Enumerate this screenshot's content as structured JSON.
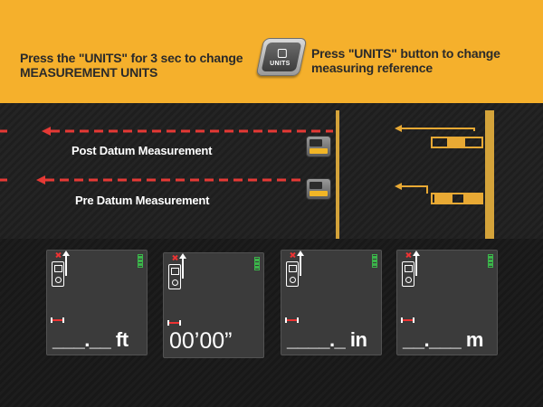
{
  "banner": {
    "left_text_line1": "Press the \"UNITS\" for 3 sec to change",
    "left_text_line2": "MEASUREMENT UNITS",
    "button_label": "UNITS",
    "right_text_line1": "Press \"UNITS\" button to change",
    "right_text_line2": "measuring reference",
    "background_color": "#f5b02c"
  },
  "measurements": [
    {
      "label": "Post Datum Measurement",
      "line_color": "#e53935",
      "arrow_color": "#e8a934"
    },
    {
      "label": "Pre Datum Measurement",
      "line_color": "#e53935",
      "arrow_color": "#e8a934"
    }
  ],
  "displays": [
    {
      "reading": "___.__ ft"
    },
    {
      "reading": "00’00”"
    },
    {
      "reading": "____._ in"
    },
    {
      "reading": "__.___ m"
    }
  ],
  "icons": {
    "device": "laser-measure-icon",
    "battery": "battery-icon",
    "reference": "reference-icon",
    "laser": "laser-indicator-icon"
  }
}
